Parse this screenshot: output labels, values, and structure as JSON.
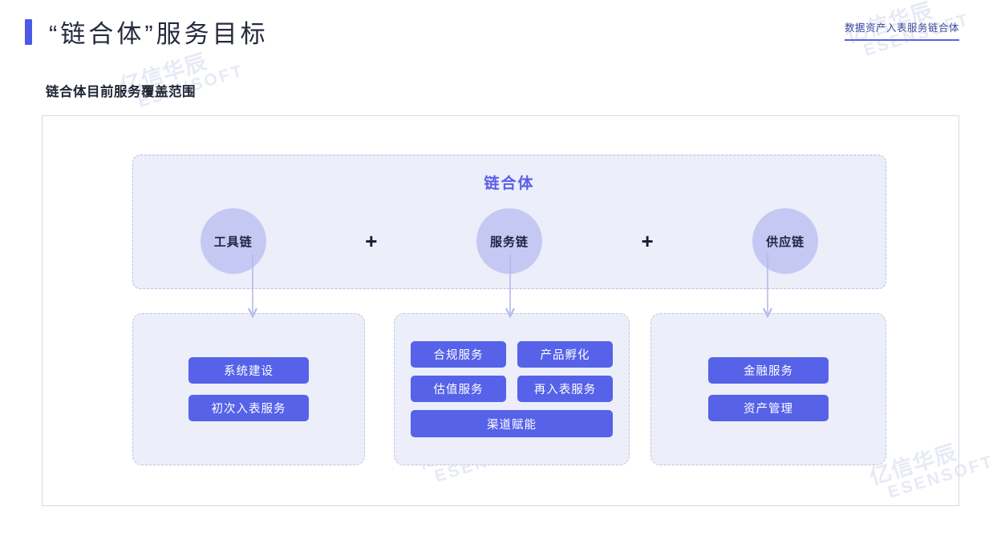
{
  "header": {
    "title": "“链合体”服务目标",
    "corner_label": "数据资产入表服务链合体",
    "subtitle": "链合体目前服务覆盖范围",
    "accent_color": "#4a5ae8"
  },
  "diagram": {
    "top_group": {
      "title": "链合体",
      "nodes": [
        {
          "label": "工具链"
        },
        {
          "label": "服务链"
        },
        {
          "label": "供应链"
        }
      ],
      "connector": "+",
      "circle_color": "#c6c8f4",
      "fill_color": "#eceefa",
      "border_color": "#b9bedd",
      "title_color": "#5b5ee8"
    },
    "panels": [
      {
        "name": "tool-chain-panel",
        "layout": "stack",
        "items": [
          "系统建设",
          "初次入表服务"
        ]
      },
      {
        "name": "service-chain-panel",
        "layout": "grid",
        "items": [
          "合规服务",
          "产品孵化",
          "估值服务",
          "再入表服务"
        ],
        "full_item": "渠道赋能"
      },
      {
        "name": "supply-chain-panel",
        "layout": "stack",
        "items": [
          "金融服务",
          "资产管理"
        ]
      }
    ],
    "chip_color": "#5662e8",
    "panel_fill": "#eceefa",
    "panel_border": "#c3c7d8",
    "arrow_color": "#b5b9ea",
    "frame_border": "#d6d9e3"
  },
  "watermark": {
    "cn": "亿信华辰",
    "en": "ESENSOFT",
    "color": "#dfe3f2"
  }
}
